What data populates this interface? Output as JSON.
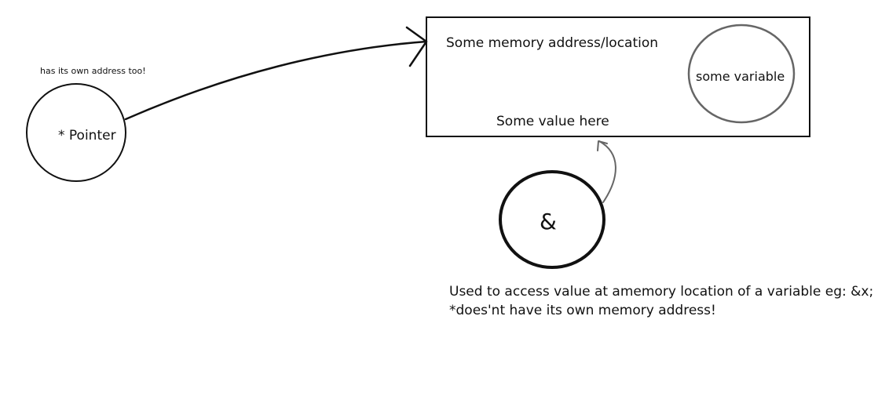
{
  "pointer": {
    "label": "* Pointer",
    "note": "has its own address too!"
  },
  "memory": {
    "title": "Some memory address/location",
    "value": "Some value here",
    "variable_label": "some variable"
  },
  "address_of": {
    "symbol": "&",
    "description_line1": "Used to access value at amemory location of a variable eg: &x;",
    "description_line2": "*does'nt have its own memory address!"
  },
  "colors": {
    "ink": "#111111",
    "gray_stroke": "#666666"
  }
}
